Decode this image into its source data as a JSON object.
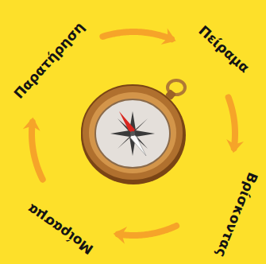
{
  "diagram": {
    "nodes": [
      {
        "text": [
          "Παρατήρηση"
        ]
      },
      {
        "text": [
          "Πείραμα"
        ]
      },
      {
        "text": [
          "Βρίσκοντας"
        ]
      },
      {
        "text": [
          "Μοίρασμα"
        ]
      }
    ],
    "edges": [
      {
        "from": 0,
        "to": 1,
        "arrow": "to"
      },
      {
        "from": 1,
        "to": 2,
        "arrow": "to"
      },
      {
        "from": 2,
        "to": 3,
        "arrow": "to"
      },
      {
        "from": 3,
        "to": 0,
        "arrow": "to"
      }
    ]
  }
}
